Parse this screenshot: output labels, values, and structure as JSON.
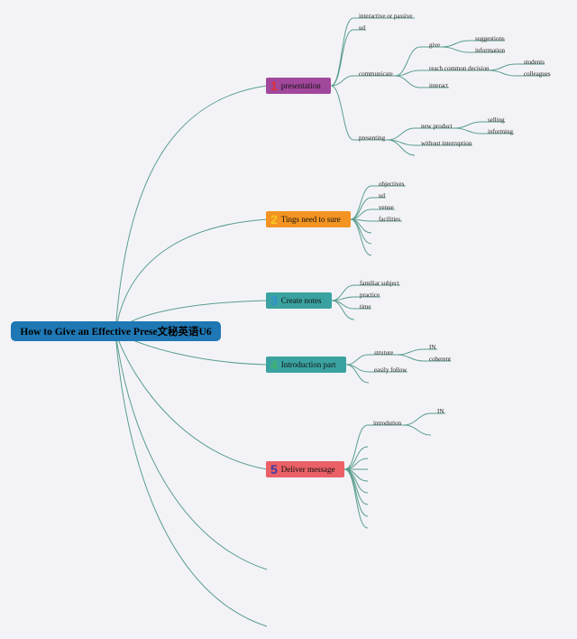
{
  "root": {
    "label": "How to Give an Effective Prese文秘英语U6"
  },
  "branches": [
    {
      "num": "1",
      "label": "presentation",
      "color": "#a1479c",
      "num_color": "#e0302f"
    },
    {
      "num": "2",
      "label": "Tings need to sure",
      "color": "#f39422",
      "num_color": "#f7c81e"
    },
    {
      "num": "3",
      "label": "Create notes",
      "color": "#3aa3a1",
      "num_color": "#2e8fd6"
    },
    {
      "num": "4",
      "label": "Introduction part",
      "color": "#3aa3a1",
      "num_color": "#43b36a"
    },
    {
      "num": "5",
      "label": "Deliver message",
      "color": "#ea6066",
      "num_color": "#3b3aa0"
    }
  ],
  "leaves": {
    "b1_interactive": "interactive or passive",
    "b1_ud": "ud",
    "b1_communicate": "communicate",
    "b1_give": "give",
    "b1_suggestions": "suggestions",
    "b1_information": "information",
    "b1_reach": "reach common decision",
    "b1_students": "students",
    "b1_colleagues": "colleagues",
    "b1_interact": "interact",
    "b1_presenting": "presenting",
    "b1_new_product": "new product",
    "b1_selling": "selling",
    "b1_informing": "informing",
    "b1_without": "without interruption",
    "b2_objectives": "objectives",
    "b2_ud": "ud",
    "b2_venue": "venue",
    "b2_facilities": "facilities",
    "b3_familiar": "familiar subject",
    "b3_practice": "practice",
    "b3_time": "time",
    "b4_struture": "struture",
    "b4_in": "IN",
    "b4_coherent": "coherent",
    "b4_easily": "easily follow",
    "b5_introdution": "introdution",
    "b5_in": "IN"
  }
}
